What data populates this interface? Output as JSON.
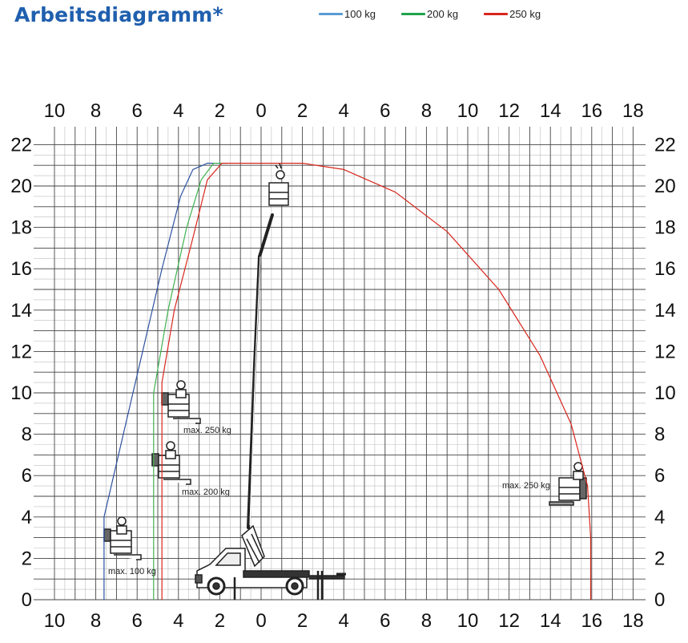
{
  "title": "Arbeitsdiagramm*",
  "colors": {
    "title": "#1f5fae",
    "grid_major": "#444444",
    "grid_minor": "#bdbdbd"
  },
  "legend": [
    {
      "label": "100 kg",
      "color": "#5b9bd5"
    },
    {
      "label": "200 kg",
      "color": "#1fa34a"
    },
    {
      "label": "250 kg",
      "color": "#d9261c"
    }
  ],
  "annotations": {
    "left_100": "max. 100 kg",
    "left_200": "max. 200 kg",
    "left_250": "max. 250 kg",
    "right_250": "max. 250 kg"
  },
  "chart_data": {
    "type": "line",
    "title": "Arbeitsdiagramm*",
    "xlim": [
      -10,
      18
    ],
    "ylim": [
      0,
      22
    ],
    "x_tick_values": [
      -10,
      -8,
      -6,
      -4,
      -2,
      0,
      2,
      4,
      6,
      8,
      10,
      12,
      14,
      16,
      18
    ],
    "x_tick_labels": [
      "10",
      "8",
      "6",
      "4",
      "2",
      "0",
      "2",
      "4",
      "6",
      "8",
      "10",
      "12",
      "14",
      "16",
      "18"
    ],
    "y_tick_values": [
      0,
      2,
      4,
      6,
      8,
      10,
      12,
      14,
      16,
      18,
      20,
      22
    ],
    "y_tick_labels": [
      "0",
      "2",
      "4",
      "6",
      "8",
      "10",
      "12",
      "14",
      "16",
      "18",
      "20",
      "22"
    ],
    "grid": true,
    "legend_position": "top",
    "series": [
      {
        "name": "100 kg",
        "color": "#5b9bd5",
        "line_color": "#2d52a0",
        "points": [
          [
            -7.6,
            0
          ],
          [
            -7.6,
            4
          ],
          [
            -6.2,
            10
          ],
          [
            -4.8,
            16
          ],
          [
            -3.9,
            19.5
          ],
          [
            -3.3,
            20.8
          ],
          [
            -2.6,
            21.1
          ],
          [
            -1.8,
            21.1
          ]
        ]
      },
      {
        "name": "200 kg",
        "color": "#1fa34a",
        "line_color": "#3fb24f",
        "points": [
          [
            -5.2,
            0
          ],
          [
            -5.2,
            10
          ],
          [
            -4.5,
            14
          ],
          [
            -3.6,
            18
          ],
          [
            -2.9,
            20.3
          ],
          [
            -2.3,
            21.1
          ],
          [
            -1.6,
            21.1
          ]
        ]
      },
      {
        "name": "250 kg",
        "color": "#d9261c",
        "line_color": "#d9261c",
        "points": [
          [
            -4.8,
            0
          ],
          [
            -4.8,
            10.5
          ],
          [
            -4.2,
            14
          ],
          [
            -3.3,
            17.5
          ],
          [
            -2.6,
            20.3
          ],
          [
            -1.9,
            21.1
          ],
          [
            2.0,
            21.1
          ],
          [
            4.0,
            20.8
          ],
          [
            6.5,
            19.7
          ],
          [
            9.0,
            17.8
          ],
          [
            11.5,
            15.0
          ],
          [
            13.5,
            11.8
          ],
          [
            15.0,
            8.5
          ],
          [
            15.8,
            5.5
          ],
          [
            15.95,
            3.0
          ],
          [
            15.95,
            0
          ]
        ]
      }
    ]
  }
}
